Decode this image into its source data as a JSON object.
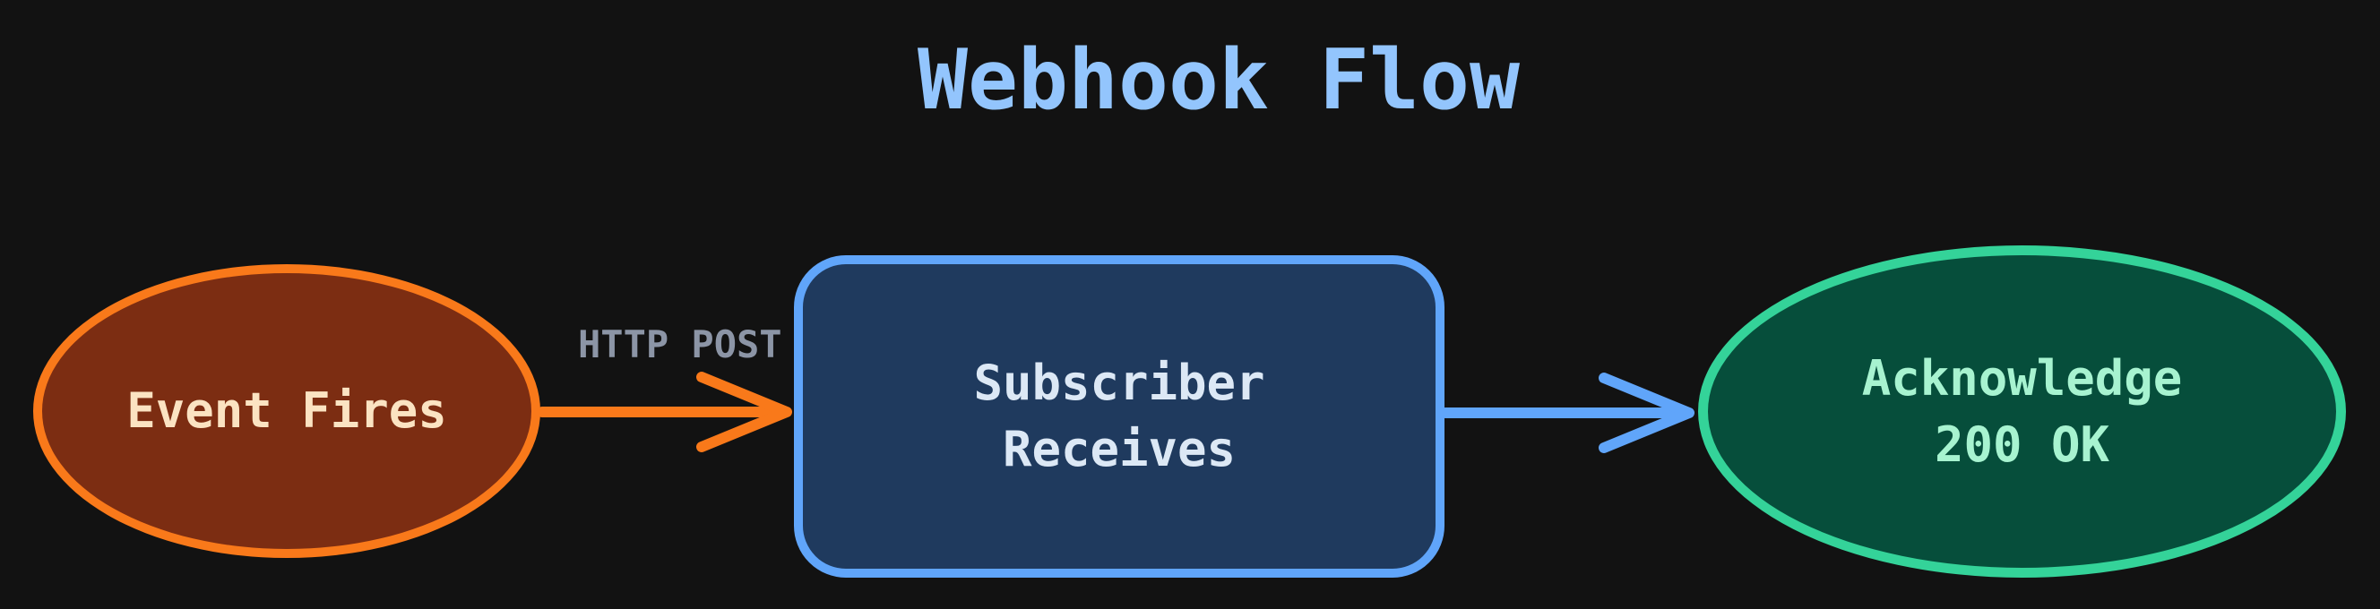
{
  "title": "Webhook Flow",
  "nodes": [
    {
      "id": "event-fires",
      "shape": "ellipse",
      "lines": [
        "Event Fires"
      ],
      "fill": "#7c2d12",
      "border": "#f9791a",
      "text_color": "#fbe3c2"
    },
    {
      "id": "subscriber-receives",
      "shape": "rounded-rectangle",
      "lines": [
        "Subscriber",
        "Receives"
      ],
      "fill": "#1f3a5e",
      "border": "#60a5fa",
      "text_color": "#dce8f5"
    },
    {
      "id": "acknowledge-200-ok",
      "shape": "ellipse",
      "lines": [
        "Acknowledge",
        "200 OK"
      ],
      "fill": "#064e3b",
      "border": "#34d399",
      "text_color": "#a7f3d0"
    }
  ],
  "edges": [
    {
      "from": "event-fires",
      "to": "subscriber-receives",
      "label": "HTTP POST",
      "color": "#f9791a",
      "arrowhead": "open-chevron"
    },
    {
      "from": "subscriber-receives",
      "to": "acknowledge-200-ok",
      "label": "",
      "color": "#60a5fa",
      "arrowhead": "open-chevron"
    }
  ],
  "colors": {
    "background": "#121212",
    "title_text": "#93c5fd",
    "edge_label_text": "#8c95a6",
    "edge1_color": "#f9791a",
    "edge2_color": "#60a5fa",
    "node1_fill": "#7c2d12",
    "node1_border": "#f9791a",
    "node1_text": "#fbe3c2",
    "node2_fill": "#1f3a5e",
    "node2_border": "#60a5fa",
    "node2_text": "#dce8f5",
    "node3_fill": "#064e3b",
    "node3_border": "#34d399",
    "node3_text": "#a7f3d0"
  }
}
